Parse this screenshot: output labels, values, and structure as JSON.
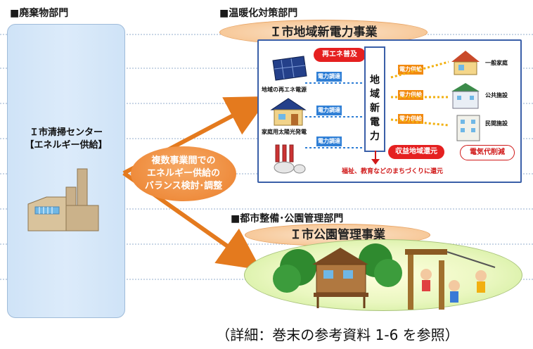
{
  "headers": {
    "waste": "■廃棄物部門",
    "warming": "■温暖化対策部門",
    "urban": "■都市整備･公園管理部門"
  },
  "left_column": {
    "line1": "Ｉ市清掃センター",
    "line2": "【エネルギー供給】"
  },
  "ribbons": {
    "energy_business": "Ｉ市地域新電力事業",
    "park_business": "Ｉ市公園管理事業"
  },
  "center_bubble": {
    "line1": "複数事業間での",
    "line2": "エネルギー供給の",
    "line3": "バランス検討･調整"
  },
  "energy_panel": {
    "renewable_badge": "再エネ普及",
    "sources": [
      "地域の再エネ電源",
      "家庭用太陽光発電"
    ],
    "procurement_tag": "電力調達",
    "supply_tag": "電力供給",
    "central_box": [
      "地",
      "域",
      "新",
      "電",
      "力"
    ],
    "consumers": [
      "一般家庭",
      "公共施設",
      "民間施設"
    ],
    "revenue_badge": "収益地域還元",
    "cost_badge": "電気代削減",
    "welfare_text": "福祉、教育などのまちづくりに還元"
  },
  "footer": "（詳細：巻末の参考資料 1-6 を参照）",
  "colors": {
    "arrow": "#e47a1e",
    "panel_border": "#3a5fa8",
    "red_badge": "#e52020",
    "blue_tag": "#2f7fd6",
    "orange_tag": "#f28a10"
  }
}
